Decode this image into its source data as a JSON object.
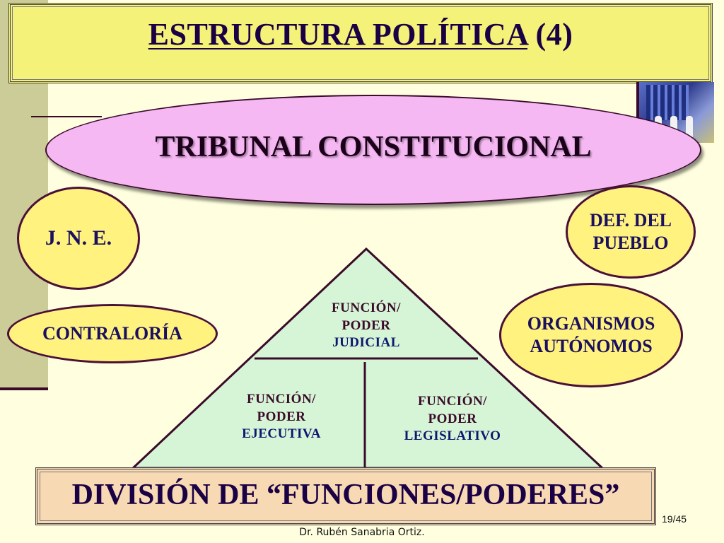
{
  "title": {
    "underlined": "ESTRUCTURA POLÍTICA",
    "suffix": " (4)"
  },
  "tribunal": "TRIBUNAL CONSTITUCIONAL",
  "ovals": {
    "jne": "J. N. E.",
    "contraloria": "CONTRALORÍA",
    "defensor": [
      "DEF. DEL",
      "PUEBLO"
    ],
    "organismos": [
      "ORGANISMOS",
      "AUTÓNOMOS"
    ]
  },
  "pyramid": {
    "judicial": {
      "line1": "FUNCIÓN/",
      "line2": "PODER",
      "line3": "JUDICIAL"
    },
    "ejecutiva": {
      "line1": "FUNCIÓN/",
      "line2": "PODER",
      "line3": "EJECUTIVA"
    },
    "legislativo": {
      "line1": "FUNCIÓN/",
      "line2": "PODER",
      "line3": "LEGISLATIVO"
    }
  },
  "division": "DIVISIÓN DE “FUNCIONES/PODERES”",
  "page_number": "19/45",
  "author": "Dr. Rubén Sanabria Ortiz.",
  "colors": {
    "background": "#ffffe0",
    "title_fill": "#f5f27a",
    "tribunal_fill": "#f5b8f2",
    "oval_fill": "#fff27f",
    "pyramid_fill": "#d6f5d6",
    "division_fill": "#f7d9b4"
  }
}
